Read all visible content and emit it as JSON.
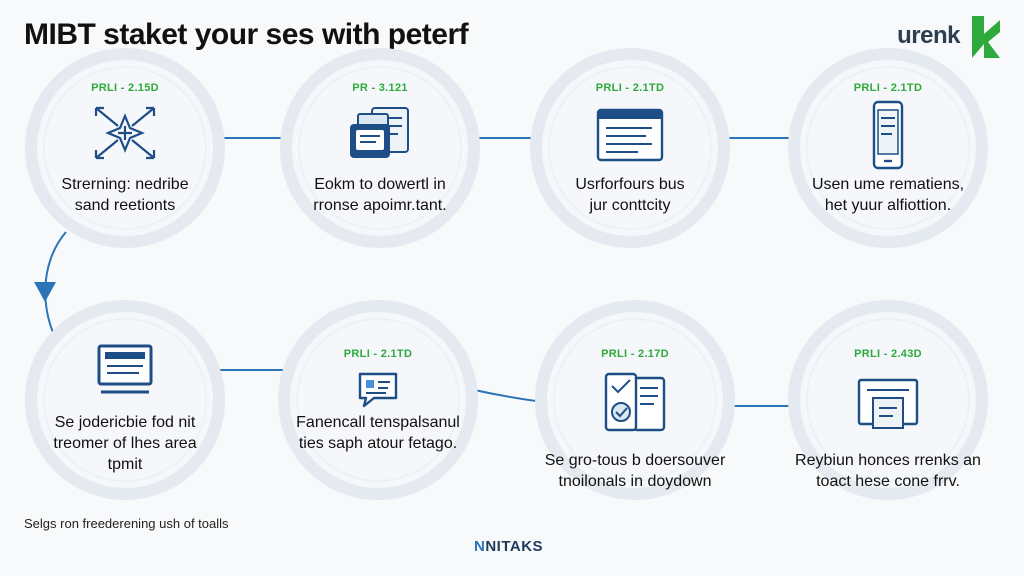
{
  "title": "MIBT staket your ses with peterf",
  "logo": {
    "wordmark": "urenk",
    "accent_color": "#2eaa3c"
  },
  "steps": [
    {
      "tag": "PRLI - 2.15D",
      "icon": "network-icon",
      "lines": [
        "Strerning: nedribe",
        "sand reetionts"
      ]
    },
    {
      "tag": "PR - 3.121",
      "icon": "documents-icon",
      "lines": [
        "Eokm to dowertl in",
        "rronse apoimr.tant."
      ]
    },
    {
      "tag": "PRLI - 2.1TD",
      "icon": "browser-window-icon",
      "lines": [
        "Usrforfours bus",
        "jur conttcity"
      ]
    },
    {
      "tag": "PRLI - 2.1TD",
      "icon": "mobile-phone-icon",
      "lines": [
        "Usen ume rematiens,",
        "het yuur alfiottion."
      ]
    },
    {
      "tag": "",
      "icon": "monitor-icon",
      "lines": [
        "Se jodericbie fod nit",
        "treomer of lhes area",
        "tpmit"
      ]
    },
    {
      "tag": "PRLI - 2.1TD",
      "icon": "chat-bubble-icon",
      "lines": [
        "Fanencall tenspalsanul",
        "ties saph atour fetago."
      ]
    },
    {
      "tag": "PRLI - 2.17D",
      "icon": "devices-icon",
      "lines": [
        "Se gro-tous b doersouver",
        "tnoilonals in doydown"
      ]
    },
    {
      "tag": "PRLI - 2.43D",
      "icon": "document-frame-icon",
      "lines": [
        "Reybiun honces rrenks an",
        "toact hese cone frrv."
      ]
    }
  ],
  "footnote": "Selgs ron freederening ush of toalls",
  "brand": {
    "mark": "N",
    "name": "NITAKS"
  },
  "colors": {
    "arrow": "#2b74b8",
    "tag": "#2eaa3c",
    "ring": "#e4eaf0",
    "icon": "#1d4e86"
  }
}
